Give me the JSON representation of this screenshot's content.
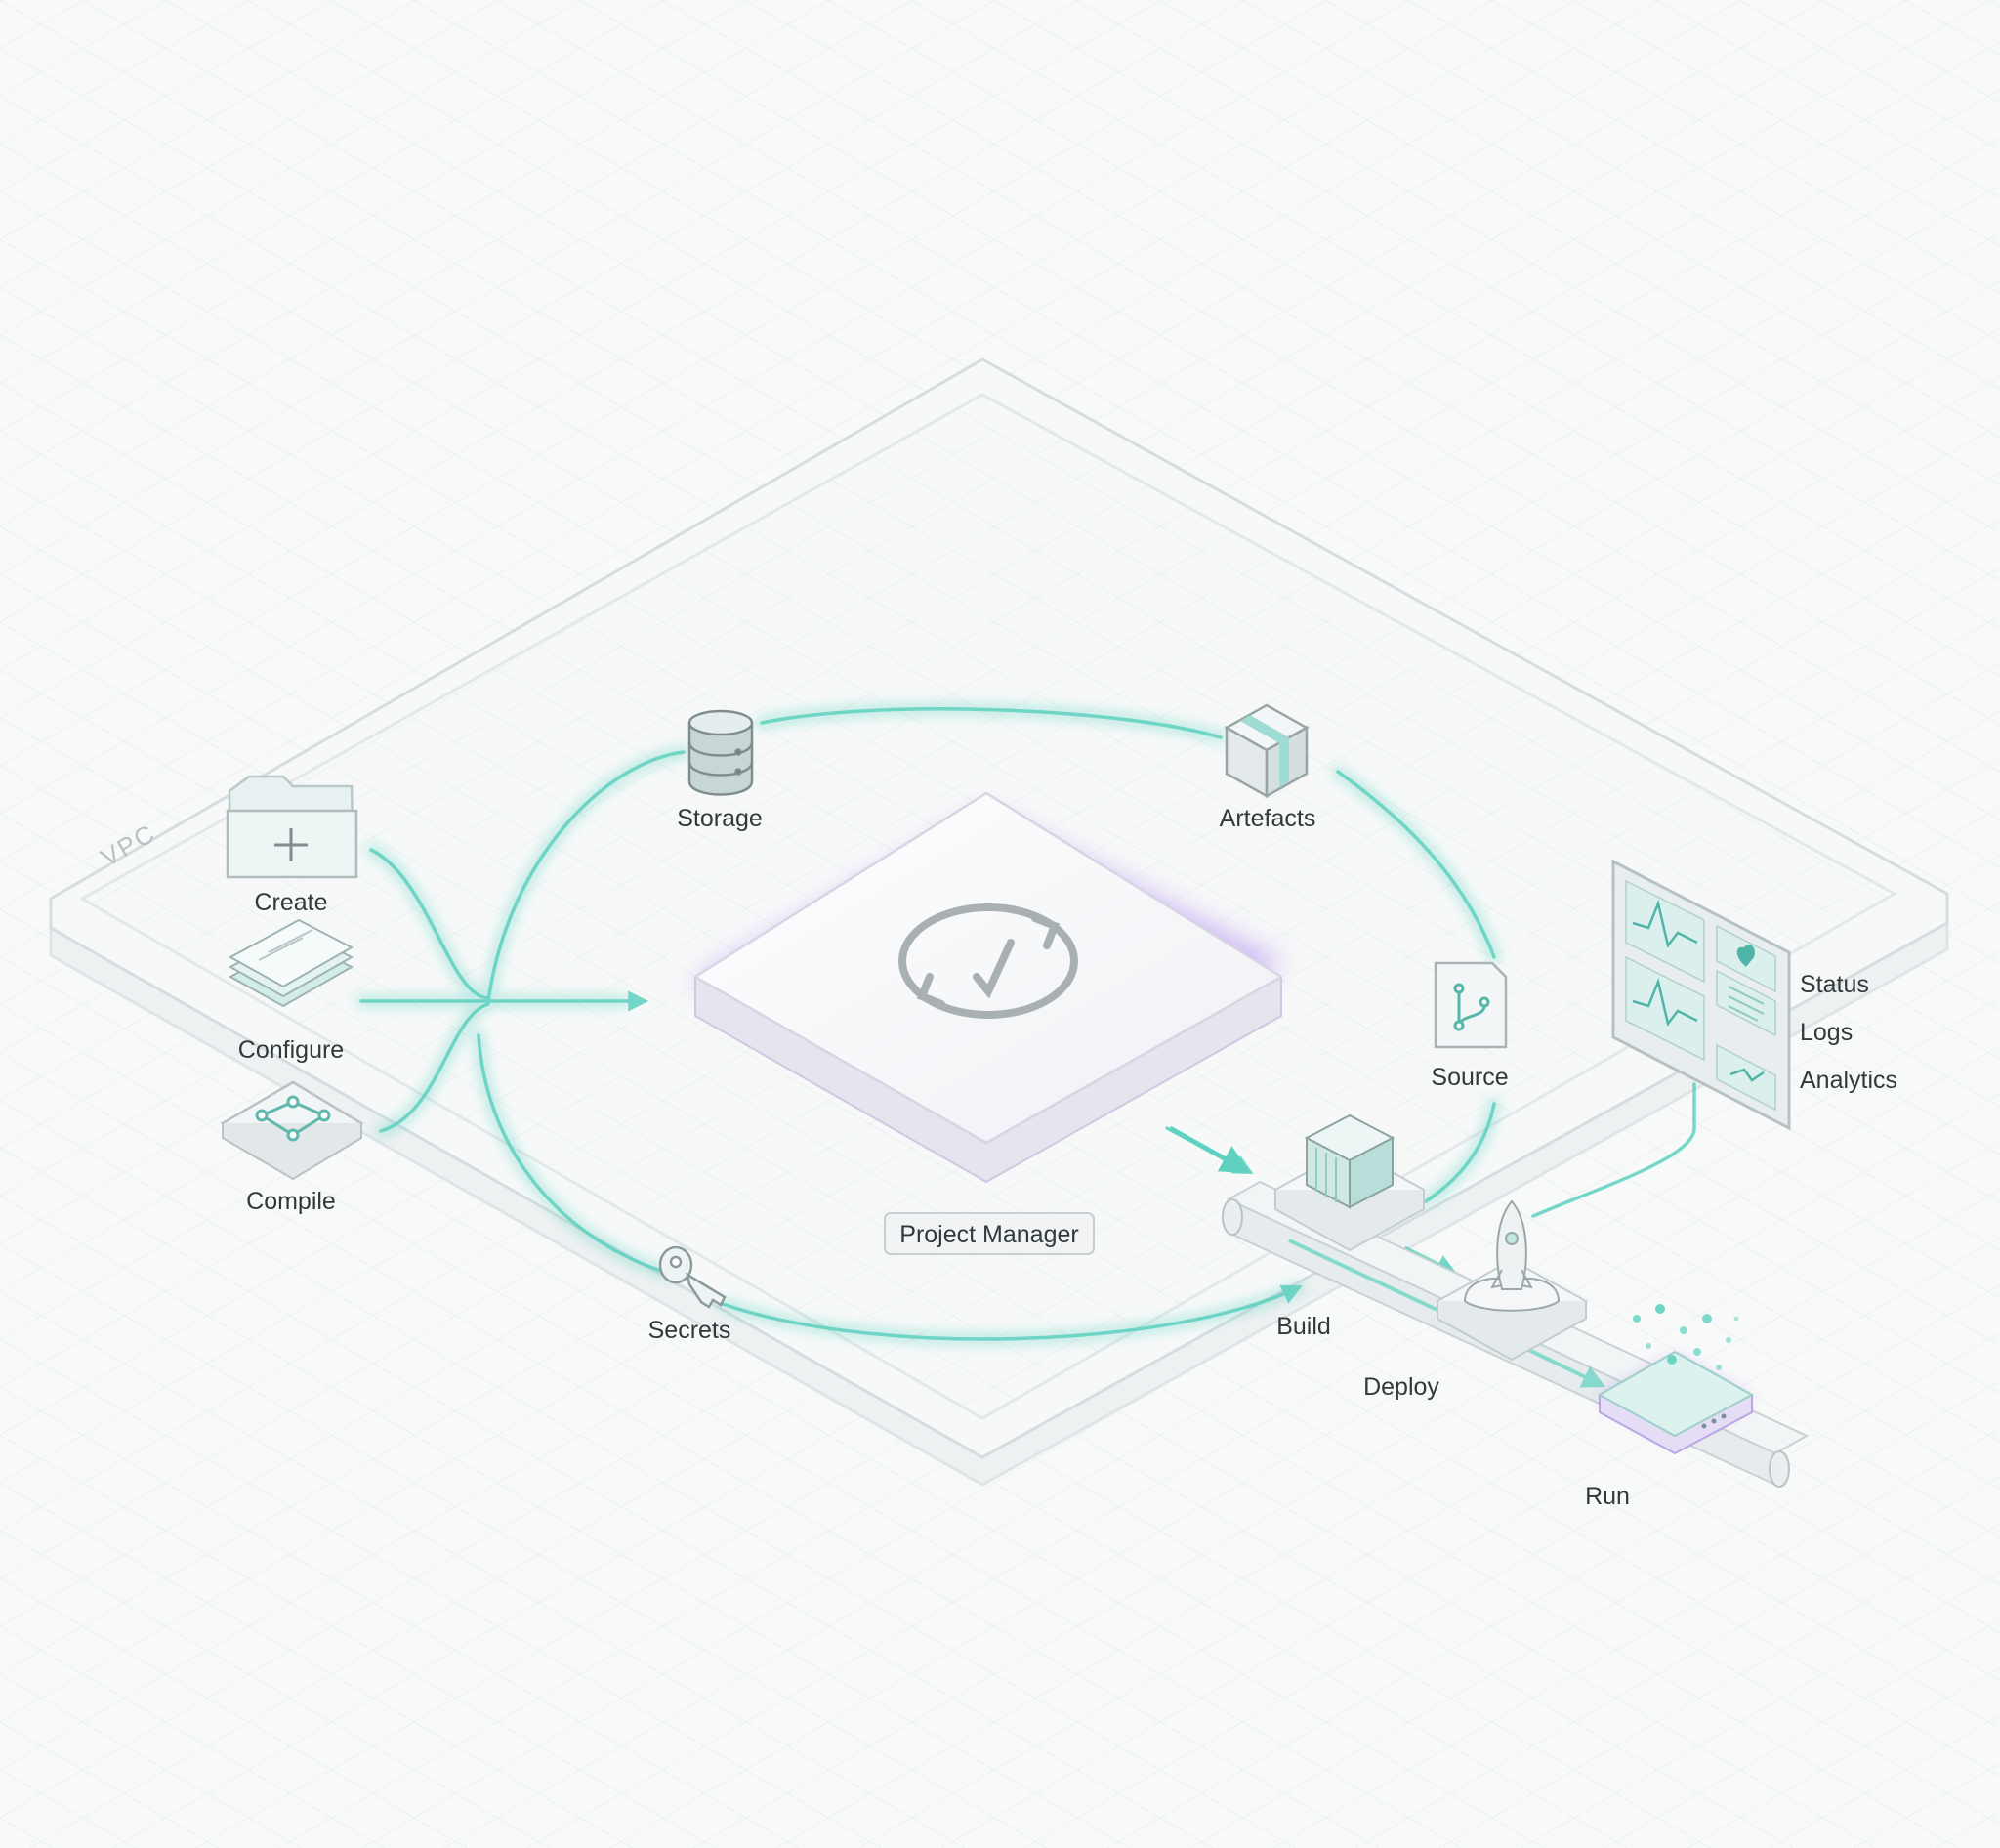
{
  "vpc_label": "VPC",
  "center": {
    "label": "Project Manager",
    "icon": "sync-check-icon",
    "glow_color": "#a97ff0"
  },
  "inputs": [
    {
      "label": "Create",
      "icon": "folder-plus-icon"
    },
    {
      "label": "Configure",
      "icon": "document-stack-icon"
    },
    {
      "label": "Compile",
      "icon": "node-graph-icon"
    }
  ],
  "services": [
    {
      "label": "Storage",
      "icon": "database-icon"
    },
    {
      "label": "Artefacts",
      "icon": "package-box-icon"
    },
    {
      "label": "Source",
      "icon": "git-branch-file-icon"
    },
    {
      "label": "Secrets",
      "icon": "key-icon"
    }
  ],
  "pipeline": [
    {
      "label": "Build",
      "icon": "build-cube-icon"
    },
    {
      "label": "Deploy",
      "icon": "rocket-icon"
    },
    {
      "label": "Run",
      "icon": "server-node-icon"
    }
  ],
  "monitoring": {
    "icon": "dashboard-panel-icon",
    "items": [
      "Status",
      "Logs",
      "Analytics"
    ]
  },
  "colors": {
    "flow": "#5ed1c0",
    "accent": "#a97ff0",
    "frame": "#dfe5e7"
  }
}
